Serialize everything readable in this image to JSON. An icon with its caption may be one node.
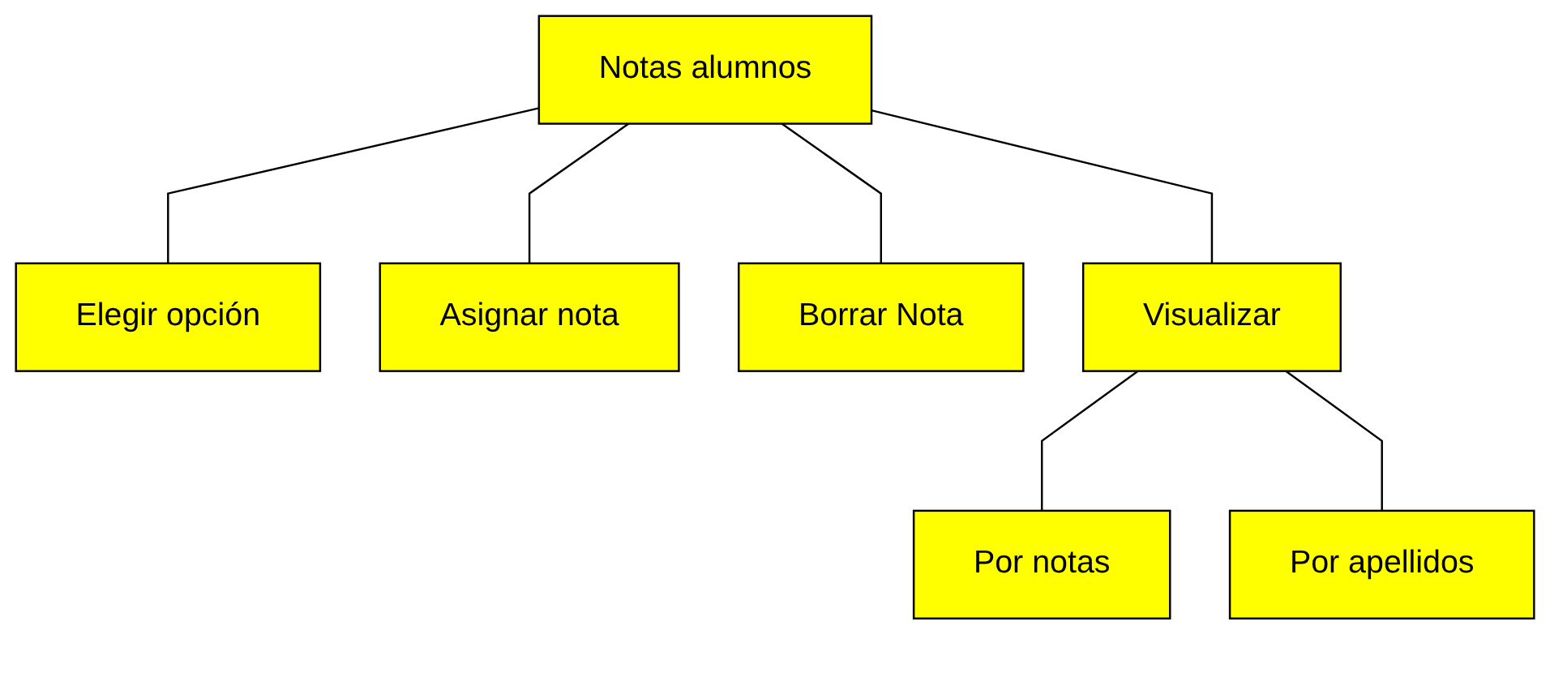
{
  "diagram": {
    "nodes": [
      {
        "text": [
          "Notas alumnos"
        ]
      },
      {
        "text": [
          "Elegir opción"
        ]
      },
      {
        "text": [
          "Asignar nota"
        ]
      },
      {
        "text": [
          "Borrar Nota"
        ]
      },
      {
        "text": [
          "Visualizar"
        ]
      },
      {
        "text": [
          "Por notas"
        ]
      },
      {
        "text": [
          "Por apellidos"
        ]
      }
    ],
    "edges": [
      {
        "from": 0,
        "to": 1,
        "arrow": "none"
      },
      {
        "from": 0,
        "to": 2,
        "arrow": "none"
      },
      {
        "from": 0,
        "to": 3,
        "arrow": "none"
      },
      {
        "from": 0,
        "to": 4,
        "arrow": "none"
      },
      {
        "from": 4,
        "to": 5,
        "arrow": "none"
      },
      {
        "from": 4,
        "to": 6,
        "arrow": "none"
      }
    ]
  }
}
